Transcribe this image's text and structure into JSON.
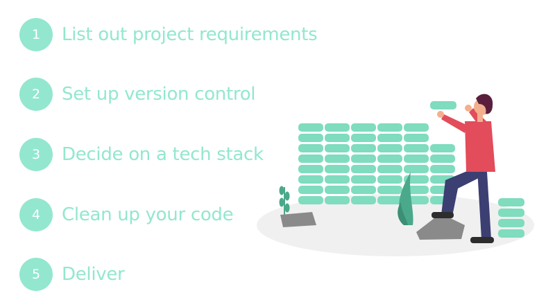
{
  "steps": [
    {
      "number": "1",
      "label": "List out project requirements"
    },
    {
      "number": "2",
      "label": "Set up version control"
    },
    {
      "number": "3",
      "label": "Decide on a tech stack"
    },
    {
      "number": "4",
      "label": "Clean up your code"
    },
    {
      "number": "5",
      "label": "Deliver"
    }
  ],
  "colors": {
    "accent": "#93e7cf",
    "brick": "#7fdcbe",
    "shirt": "#e24c5b",
    "pants": "#3c3f72",
    "ground": "#f0f0f0"
  },
  "illustration": {
    "icon": "brick-wall-builder-illustration"
  }
}
